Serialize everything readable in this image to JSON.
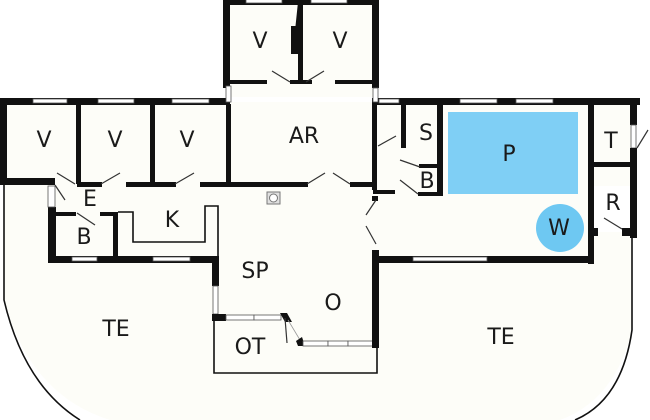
{
  "diagram": {
    "type": "floor-plan",
    "colors": {
      "pool": "#7fcff5",
      "whirlpool": "#6ec8f2",
      "wall": "#111111",
      "floor": "#fdfdf8"
    },
    "rooms": [
      {
        "id": "v-top-left",
        "label": "V"
      },
      {
        "id": "v-top-right",
        "label": "V"
      },
      {
        "id": "v-left-1",
        "label": "V"
      },
      {
        "id": "v-left-2",
        "label": "V"
      },
      {
        "id": "v-left-3",
        "label": "V"
      },
      {
        "id": "ar",
        "label": "AR"
      },
      {
        "id": "s",
        "label": "S"
      },
      {
        "id": "b-right",
        "label": "B"
      },
      {
        "id": "p",
        "label": "P"
      },
      {
        "id": "t",
        "label": "T"
      },
      {
        "id": "r",
        "label": "R"
      },
      {
        "id": "w",
        "label": "W"
      },
      {
        "id": "e",
        "label": "E"
      },
      {
        "id": "k",
        "label": "K"
      },
      {
        "id": "b-left",
        "label": "B"
      },
      {
        "id": "sp",
        "label": "SP"
      },
      {
        "id": "o",
        "label": "O"
      },
      {
        "id": "ot",
        "label": "OT"
      },
      {
        "id": "te-left",
        "label": "TE"
      },
      {
        "id": "te-right",
        "label": "TE"
      }
    ]
  }
}
